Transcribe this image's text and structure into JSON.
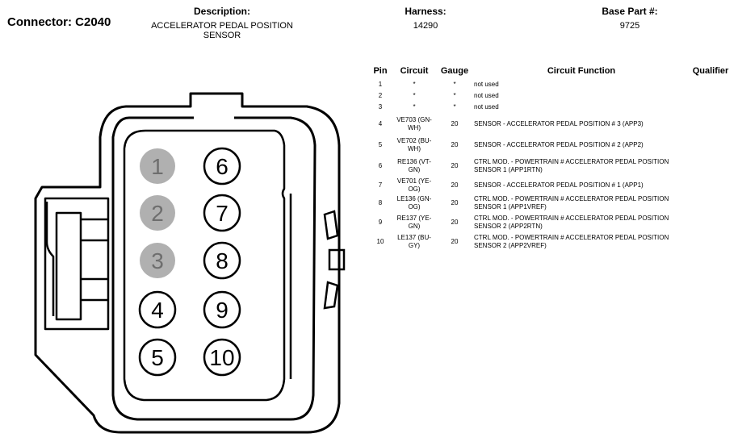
{
  "header": {
    "connector": "Connector: C2040",
    "description_label": "Description:",
    "description_value": "ACCELERATOR PEDAL POSITION SENSOR",
    "harness_label": "Harness:",
    "harness_value": "14290",
    "base_part_label": "Base Part #:",
    "base_part_value": "9725"
  },
  "table": {
    "headers": {
      "pin": "Pin",
      "circuit": "Circuit",
      "gauge": "Gauge",
      "function": "Circuit Function",
      "qualifier": "Qualifier"
    },
    "rows": [
      {
        "pin": "1",
        "circuit": "*",
        "gauge": "*",
        "function": "not used"
      },
      {
        "pin": "2",
        "circuit": "*",
        "gauge": "*",
        "function": "not used"
      },
      {
        "pin": "3",
        "circuit": "*",
        "gauge": "*",
        "function": "not used"
      },
      {
        "pin": "4",
        "circuit": "VE703 (GN-WH)",
        "gauge": "20",
        "function": "SENSOR - ACCELERATOR PEDAL POSITION # 3 (APP3)"
      },
      {
        "pin": "5",
        "circuit": "VE702 (BU-WH)",
        "gauge": "20",
        "function": "SENSOR - ACCELERATOR PEDAL POSITION # 2 (APP2)"
      },
      {
        "pin": "6",
        "circuit": "RE136 (VT-GN)",
        "gauge": "20",
        "function": "CTRL MOD. - POWERTRAIN # ACCELERATOR PEDAL POSITION SENSOR 1 (APP1RTN)"
      },
      {
        "pin": "7",
        "circuit": "VE701 (YE-OG)",
        "gauge": "20",
        "function": "SENSOR - ACCELERATOR PEDAL POSITION # 1 (APP1)"
      },
      {
        "pin": "8",
        "circuit": "LE136 (GN-OG)",
        "gauge": "20",
        "function": "CTRL MOD. - POWERTRAIN # ACCELERATOR PEDAL POSITION SENSOR 1 (APP1VREF)"
      },
      {
        "pin": "9",
        "circuit": "RE137 (YE-GN)",
        "gauge": "20",
        "function": "CTRL MOD. - POWERTRAIN # ACCELERATOR PEDAL POSITION SENSOR 2 (APP2RTN)"
      },
      {
        "pin": "10",
        "circuit": "LE137 (BU-GY)",
        "gauge": "20",
        "function": "CTRL MOD. - POWERTRAIN # ACCELERATOR PEDAL POSITION SENSOR 2 (APP2VREF)"
      }
    ]
  },
  "diagram": {
    "pins": [
      {
        "label": "1",
        "used": false
      },
      {
        "label": "2",
        "used": false
      },
      {
        "label": "3",
        "used": false
      },
      {
        "label": "4",
        "used": true
      },
      {
        "label": "5",
        "used": true
      },
      {
        "label": "6",
        "used": true
      },
      {
        "label": "7",
        "used": true
      },
      {
        "label": "8",
        "used": true
      },
      {
        "label": "9",
        "used": true
      },
      {
        "label": "10",
        "used": true
      }
    ],
    "colors": {
      "unused_fill": "#b0b0b0",
      "unused_text": "#6e6e6e",
      "used_fill": "#ffffff",
      "used_text": "#000000"
    }
  }
}
